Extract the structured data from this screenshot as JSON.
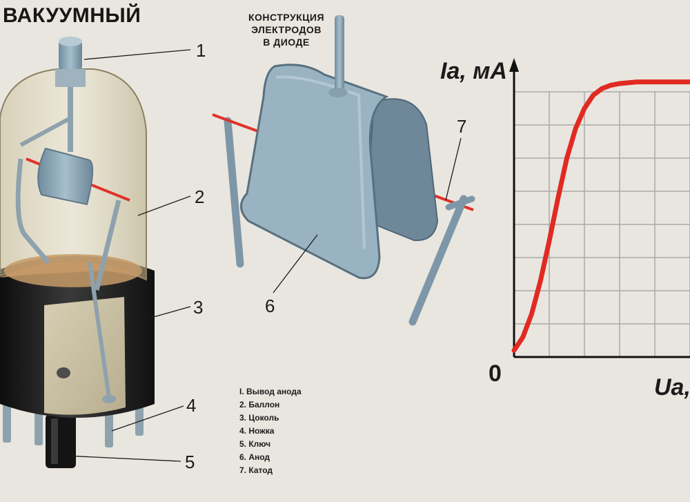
{
  "title": "ВАКУУМНЫЙ",
  "caption": [
    "КОНСТРУКЦИЯ",
    "ЭЛЕКТРОДОВ",
    "В ДИОДЕ"
  ],
  "callouts": [
    "1",
    "2",
    "3",
    "4",
    "5",
    "6",
    "7"
  ],
  "legend": [
    "I. Вывод анода",
    "2. Баллон",
    "3. Цоколь",
    "4. Ножка",
    "5. Ключ",
    "6. Анод",
    "7. Катод"
  ],
  "colors": {
    "background": "#e9e6df",
    "anode_blue": "#8fa9b8",
    "cathode_red": "#e0322a",
    "base_black": "#1a1a1a",
    "curve_red": "#e02a22",
    "grid": "#a9a9a9"
  },
  "chart_data": {
    "type": "line",
    "title": "",
    "ylabel": "Iа, мА",
    "xlabel": "Uа,",
    "origin_label": "0",
    "grid": true,
    "grid_cells_x": 5,
    "grid_cells_y": 8,
    "series": [
      {
        "x": [
          0,
          0.25,
          0.5,
          0.75,
          1.0,
          1.25,
          1.5,
          1.75,
          2.0,
          2.25,
          2.5,
          2.75,
          3.0,
          3.5,
          4.0,
          4.5,
          5.0
        ],
        "y": [
          0.2,
          0.6,
          1.3,
          2.3,
          3.5,
          4.8,
          6.0,
          6.9,
          7.5,
          7.9,
          8.1,
          8.2,
          8.25,
          8.3,
          8.3,
          8.3,
          8.3
        ]
      }
    ]
  }
}
